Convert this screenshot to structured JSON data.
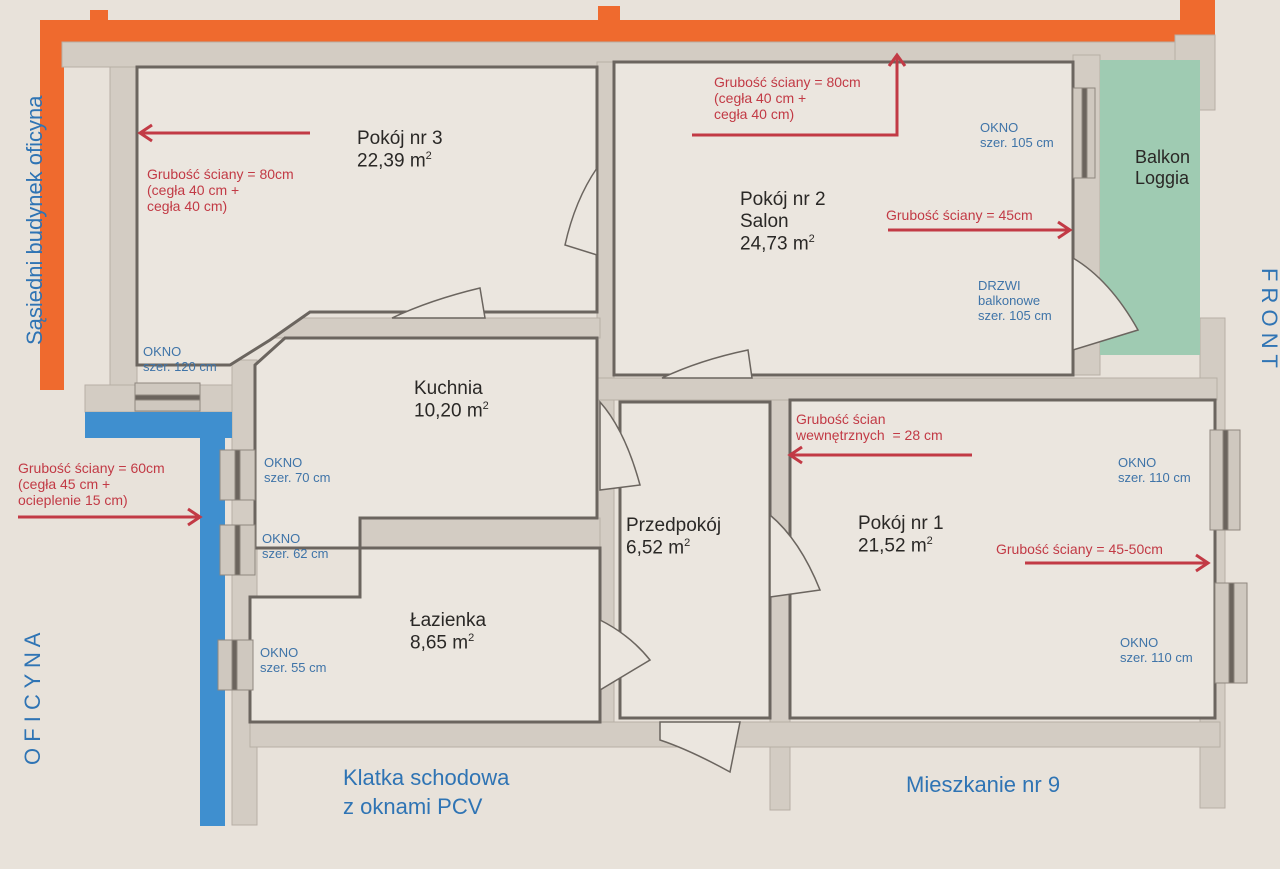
{
  "rooms": {
    "room3": {
      "name": "Pokój nr 3",
      "area": "22,39 m",
      "unit_sup": "2"
    },
    "room2": {
      "name": "Pokój nr 2",
      "subtitle": "Salon",
      "area": "24,73 m",
      "unit_sup": "2"
    },
    "kitchen": {
      "name": "Kuchnia",
      "area": "10,20 m",
      "unit_sup": "2"
    },
    "bathroom": {
      "name": "Łazienka",
      "area": "8,65 m",
      "unit_sup": "2"
    },
    "hall": {
      "name": "Przedpokój",
      "area": "6,52 m",
      "unit_sup": "2"
    },
    "room1": {
      "name": "Pokój nr 1",
      "area": "21,52 m",
      "unit_sup": "2"
    },
    "balcony": {
      "name": "Balkon",
      "subtitle": "Loggia"
    }
  },
  "wall_notes": {
    "room3": [
      "Grubość ściany = 80cm",
      "(cegła 40 cm +",
      "cegła 40 cm)"
    ],
    "room2_top": [
      "Grubość ściany = 80cm",
      "(cegła 40 cm +",
      "cegła 40 cm)"
    ],
    "room2_right": "Grubość ściany = 45cm",
    "west": [
      "Grubość ściany = 60cm",
      "(cegła 45 cm +",
      "ocieplenie 15 cm)"
    ],
    "internal": [
      "Grubość ścian",
      "wewnętrznych  = 28 cm"
    ],
    "room1_right": "Grubość ściany = 45-50cm"
  },
  "windows": {
    "room3": [
      "OKNO",
      "szer. 120 cm"
    ],
    "room2": [
      "OKNO",
      "szer. 105 cm"
    ],
    "balcony_door": [
      "DRZWI",
      "balkonowe",
      "szer. 105 cm"
    ],
    "kitchen1": [
      "OKNO",
      "szer. 70 cm"
    ],
    "kitchen2": [
      "OKNO",
      "szer. 62 cm"
    ],
    "bathroom": [
      "OKNO",
      "szer. 55 cm"
    ],
    "room1_top": [
      "OKNO",
      "szer. 110 cm"
    ],
    "room1_bottom": [
      "OKNO",
      "szer. 110 cm"
    ]
  },
  "surroundings": {
    "neighbor": "Sąsiedni budynek oficyna",
    "oficyna": "O F I C Y N A",
    "front": "F R O N T",
    "staircase": [
      "Klatka schodowa",
      "z oknami PCV"
    ],
    "apartment9": "Mieszkanie nr 9"
  },
  "colors": {
    "orange_wall": "#ef6a2e",
    "blue_wall": "#3f8fcf",
    "balcony": "#9fcbb2",
    "note_red": "#c23a45",
    "label_blue": "#3f74a8"
  }
}
